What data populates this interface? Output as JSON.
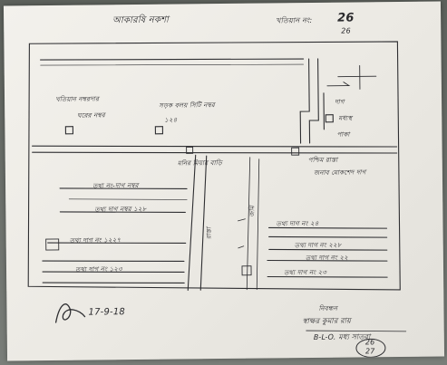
{
  "header": {
    "title": "আকারষি নকশা",
    "sheet_label": "খতিয়ান নং:",
    "sheet_value": "26",
    "sheet_value_2": "26"
  },
  "plots": {
    "top_left_pair": [
      "খতিয়ান নম্বরদার",
      "ঘরের নম্বর"
    ],
    "top_center_pair": [
      "সড়ক বলয় সিটি নম্বর",
      "১২৪"
    ],
    "right_box": [
      "দাগ",
      "মধ্যস্থ",
      "পাকা"
    ],
    "road_labels": [
      "মনির মিয়ার বাড়ি",
      "পশ্চিম রাস্তা",
      "জনাব মোকশেদ দাগ"
    ],
    "left_rows": [
      "তথ্য নং-দাগ নম্বর",
      "তথ্য দাগ নম্বর ১২৮",
      "তথ্য দাগ নং ১২২৭",
      "তথ্য দাগ নং ১২৩"
    ],
    "right_rows": [
      "তথ্য দাগ নং ২৪",
      "তথ্য দাগ নং ২২৮",
      "তথ্য দাগ নং ২২",
      "তথ্য দাগ নং ২৩"
    ],
    "vertical_labels": [
      "রাস্তা",
      "জমি"
    ]
  },
  "signature": {
    "date": "17-9-18"
  },
  "officer": {
    "line1": "নিবন্ধন",
    "line2": "স্বাক্ষর কুমার রায়",
    "line3": "B-L-O. মধ্য সাতরা",
    "circle_top": "26",
    "circle_bottom": "27"
  },
  "colors": {
    "ink": "#2b2b2e",
    "paper": "#eeece6"
  }
}
